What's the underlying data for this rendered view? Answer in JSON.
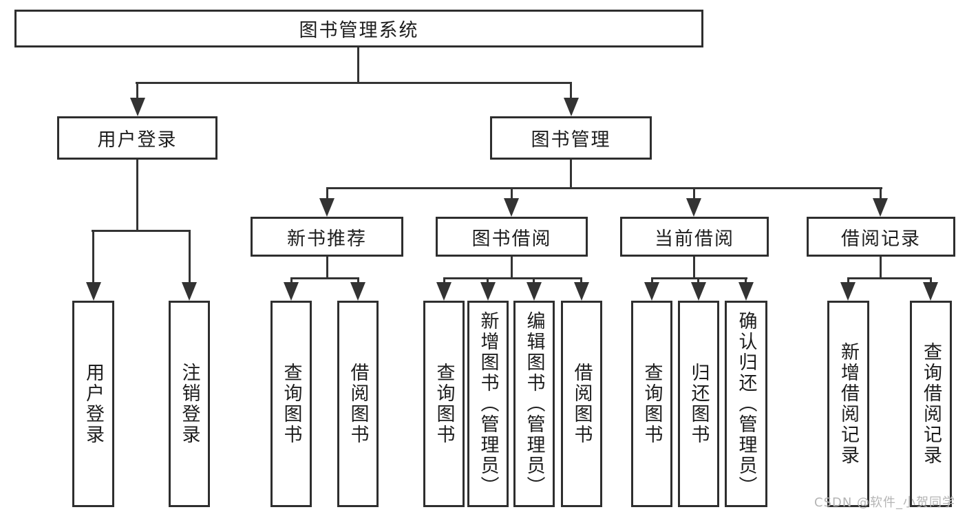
{
  "diagram": {
    "root": {
      "label": "图书管理系统"
    },
    "level2": [
      {
        "label": "用户登录"
      },
      {
        "label": "图书管理"
      }
    ],
    "level3": [
      {
        "label": "新书推荐"
      },
      {
        "label": "图书借阅"
      },
      {
        "label": "当前借阅"
      },
      {
        "label": "借阅记录"
      }
    ],
    "leaves": {
      "user_login": [
        "用户登录",
        "注销登录"
      ],
      "new_book_recommend": [
        "查询图书",
        "借阅图书"
      ],
      "book_borrow": [
        "查询图书",
        "新增图书（管理员）",
        "编辑图书（管理员）",
        "借阅图书"
      ],
      "current_borrow": [
        "查询图书",
        "归还图书",
        "确认归还（管理员）"
      ],
      "borrow_record": [
        "新增借阅记录",
        "查询借阅记录"
      ]
    }
  },
  "watermark": {
    "text": "CSDN @软件_小贺同学"
  },
  "colors": {
    "line": "#333333",
    "node_border": "#2e2e2e",
    "text": "#1d1d1d",
    "watermark": "#b5b5b5",
    "background": "#ffffff"
  }
}
